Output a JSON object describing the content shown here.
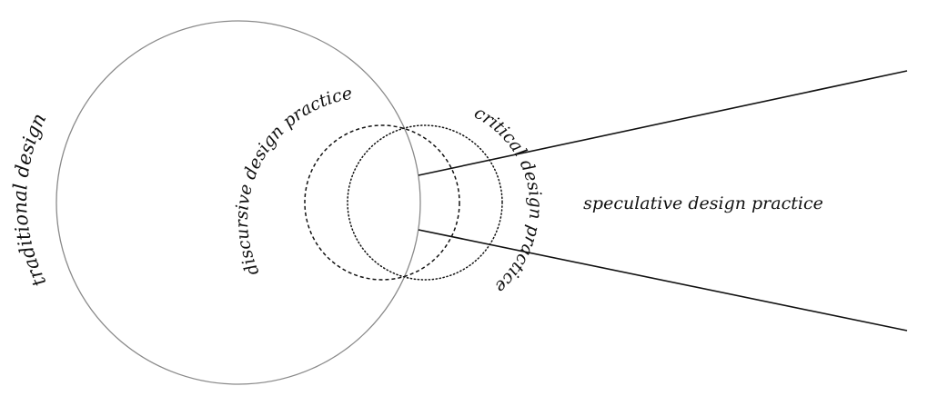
{
  "labels": {
    "traditional": "traditional design",
    "discursive": "discursive design practice",
    "critical": "critical design practice",
    "speculative": "speculative design practice"
  },
  "colors": {
    "outer_circle": "#8a8a8a",
    "ink": "#111111",
    "background": "#ffffff"
  },
  "styles": {
    "traditional_circle": "solid thin grey",
    "discursive_circle": "dashed",
    "critical_circle": "dotted",
    "speculative_cone": "solid lines widening to the right"
  }
}
